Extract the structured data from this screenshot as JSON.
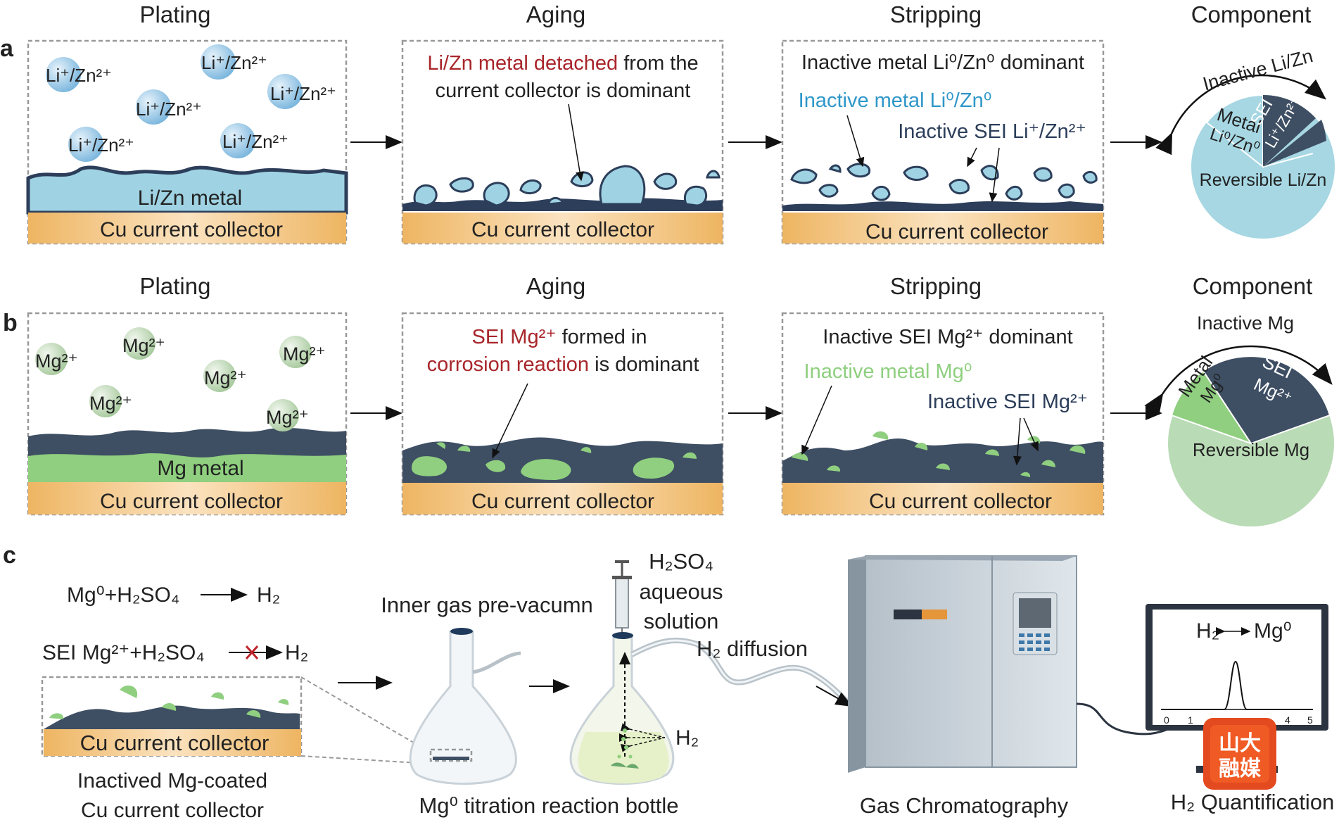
{
  "panels": {
    "a": "a",
    "b": "b",
    "c": "c"
  },
  "row_a": {
    "stage1": "Plating",
    "stage2": "Aging",
    "stage3": "Stripping",
    "stage4": "Component",
    "ion": "Li⁺/Zn²⁺",
    "metal_label": "Li/Zn metal",
    "cu_label": "Cu current collector",
    "aging_red": "Li/Zn metal detached",
    "aging_rest1": " from the",
    "aging_line2": "current collector is dominant",
    "strip_top": "Inactive metal Li⁰/Zn⁰ dominant",
    "strip_blue": "Inactive metal Li⁰/Zn⁰",
    "strip_navy": "Inactive SEI Li⁺/Zn²⁺",
    "pie_arc_label": "Inactive Li/Zn",
    "pie_metal_1": "Metal",
    "pie_metal_2": "Li⁰/Zn⁰",
    "pie_sei_1": "SEI",
    "pie_sei_2": "Li⁺/Zn²⁺",
    "pie_rev": "Reversible Li/Zn"
  },
  "row_b": {
    "stage1": "Plating",
    "stage2": "Aging",
    "stage3": "Stripping",
    "stage4": "Component",
    "ion": "Mg²⁺",
    "metal_label": "Mg metal",
    "cu_label": "Cu current collector",
    "aging_red1": "SEI Mg²⁺",
    "aging_rest1": " formed in",
    "aging_red2": "corrosion reaction",
    "aging_rest2": " is dominant",
    "strip_top": "Inactive SEI Mg²⁺ dominant",
    "strip_green": "Inactive metal Mg⁰",
    "strip_navy": "Inactive SEI Mg²⁺",
    "pie_arc_label": "Inactive Mg",
    "pie_metal_1": "Metal",
    "pie_metal_2": "Mg⁰",
    "pie_sei_1": "SEI",
    "pie_sei_2": "Mg²⁺",
    "pie_rev": "Reversible Mg"
  },
  "row_c": {
    "eq1_left": "Mg⁰+H₂SO₄",
    "eq1_right": "H₂",
    "eq2_left": "SEI Mg²⁺+H₂SO₄",
    "eq2_right": "H₂",
    "cu_label": "Cu current collector",
    "sample_1": "Inactived Mg-coated",
    "sample_2": "Cu current collector",
    "pre_vacuum": "Inner gas pre-vacumn",
    "acid_1": "H₂SO₄",
    "acid_2": "aqueous",
    "acid_3": "solution",
    "h2_bubbles": "H₂",
    "diffusion": "H₂ diffusion",
    "bottle_caption": "Mg⁰ titration reaction bottle",
    "gc_caption": "Gas Chromatography",
    "quant_caption": "H₂ Quantification",
    "monitor_label_left": "H₂",
    "monitor_label_right": "Mg⁰",
    "axis_ticks": [
      "0",
      "1",
      "4",
      "5"
    ],
    "watermark": "山大融媒"
  },
  "colors": {
    "li_metal": "#9fd3e3",
    "sei_navy": "#2c3e5a",
    "mg_metal": "#8fcf7f",
    "cu": "#f0b968",
    "red_text": "#a8262b",
    "blue_text": "#2f97c8"
  }
}
